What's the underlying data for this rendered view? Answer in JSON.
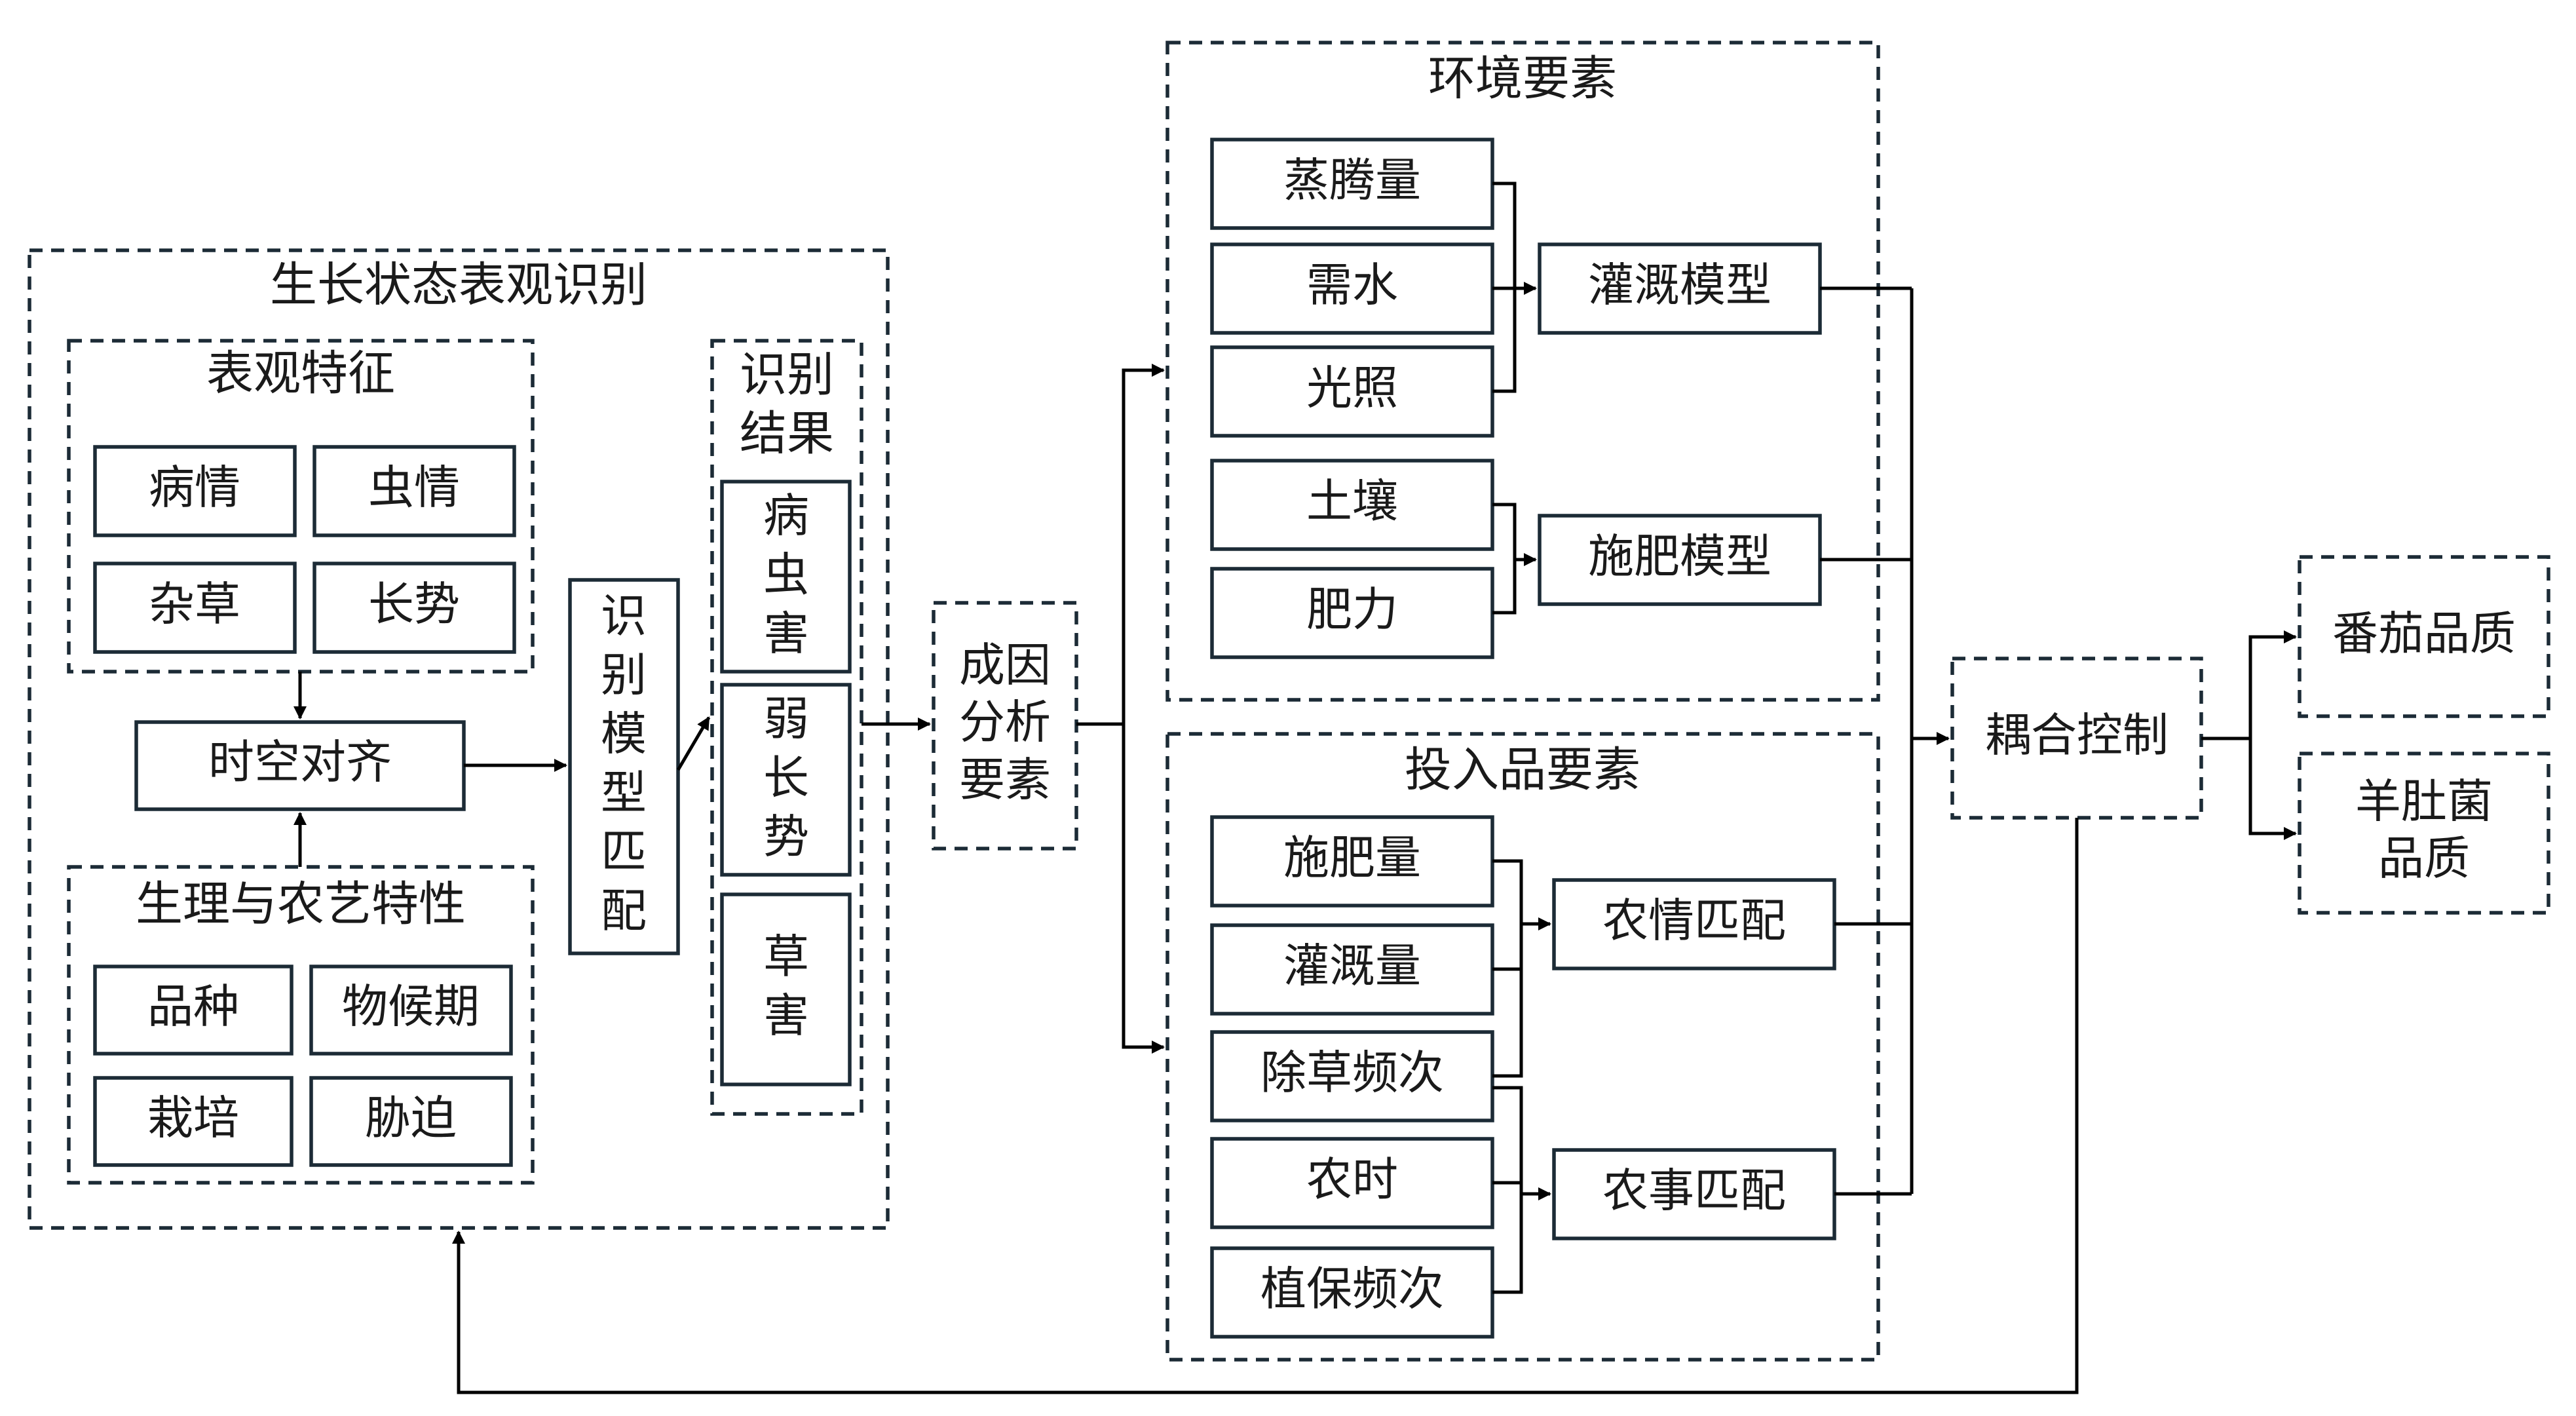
{
  "groups": {
    "growth": "生长状态表观识别",
    "features": "表观特征",
    "physio": "生理与农艺特性",
    "result": [
      "识别",
      "结果"
    ],
    "env": "环境要素",
    "input": "投入品要素"
  },
  "features": [
    "病情",
    "虫情",
    "杂草",
    "长势"
  ],
  "physio": [
    "品种",
    "物候期",
    "栽培",
    "胁迫"
  ],
  "align": "时空对齐",
  "recog_model": "识别模型匹配",
  "results": [
    "病虫害",
    "弱长势",
    "草害"
  ],
  "cause": [
    "成因",
    "分析",
    "要素"
  ],
  "env_factors": [
    "蒸腾量",
    "需水",
    "光照",
    "土壤",
    "肥力"
  ],
  "env_models": [
    "灌溉模型",
    "施肥模型"
  ],
  "input_factors": [
    "施肥量",
    "灌溉量",
    "除草频次",
    "农时",
    "植保频次"
  ],
  "input_models": [
    "农情匹配",
    "农事匹配"
  ],
  "coupling": "耦合控制",
  "outputs": [
    [
      "番茄品质"
    ],
    [
      "羊肚菌",
      "品质"
    ]
  ]
}
